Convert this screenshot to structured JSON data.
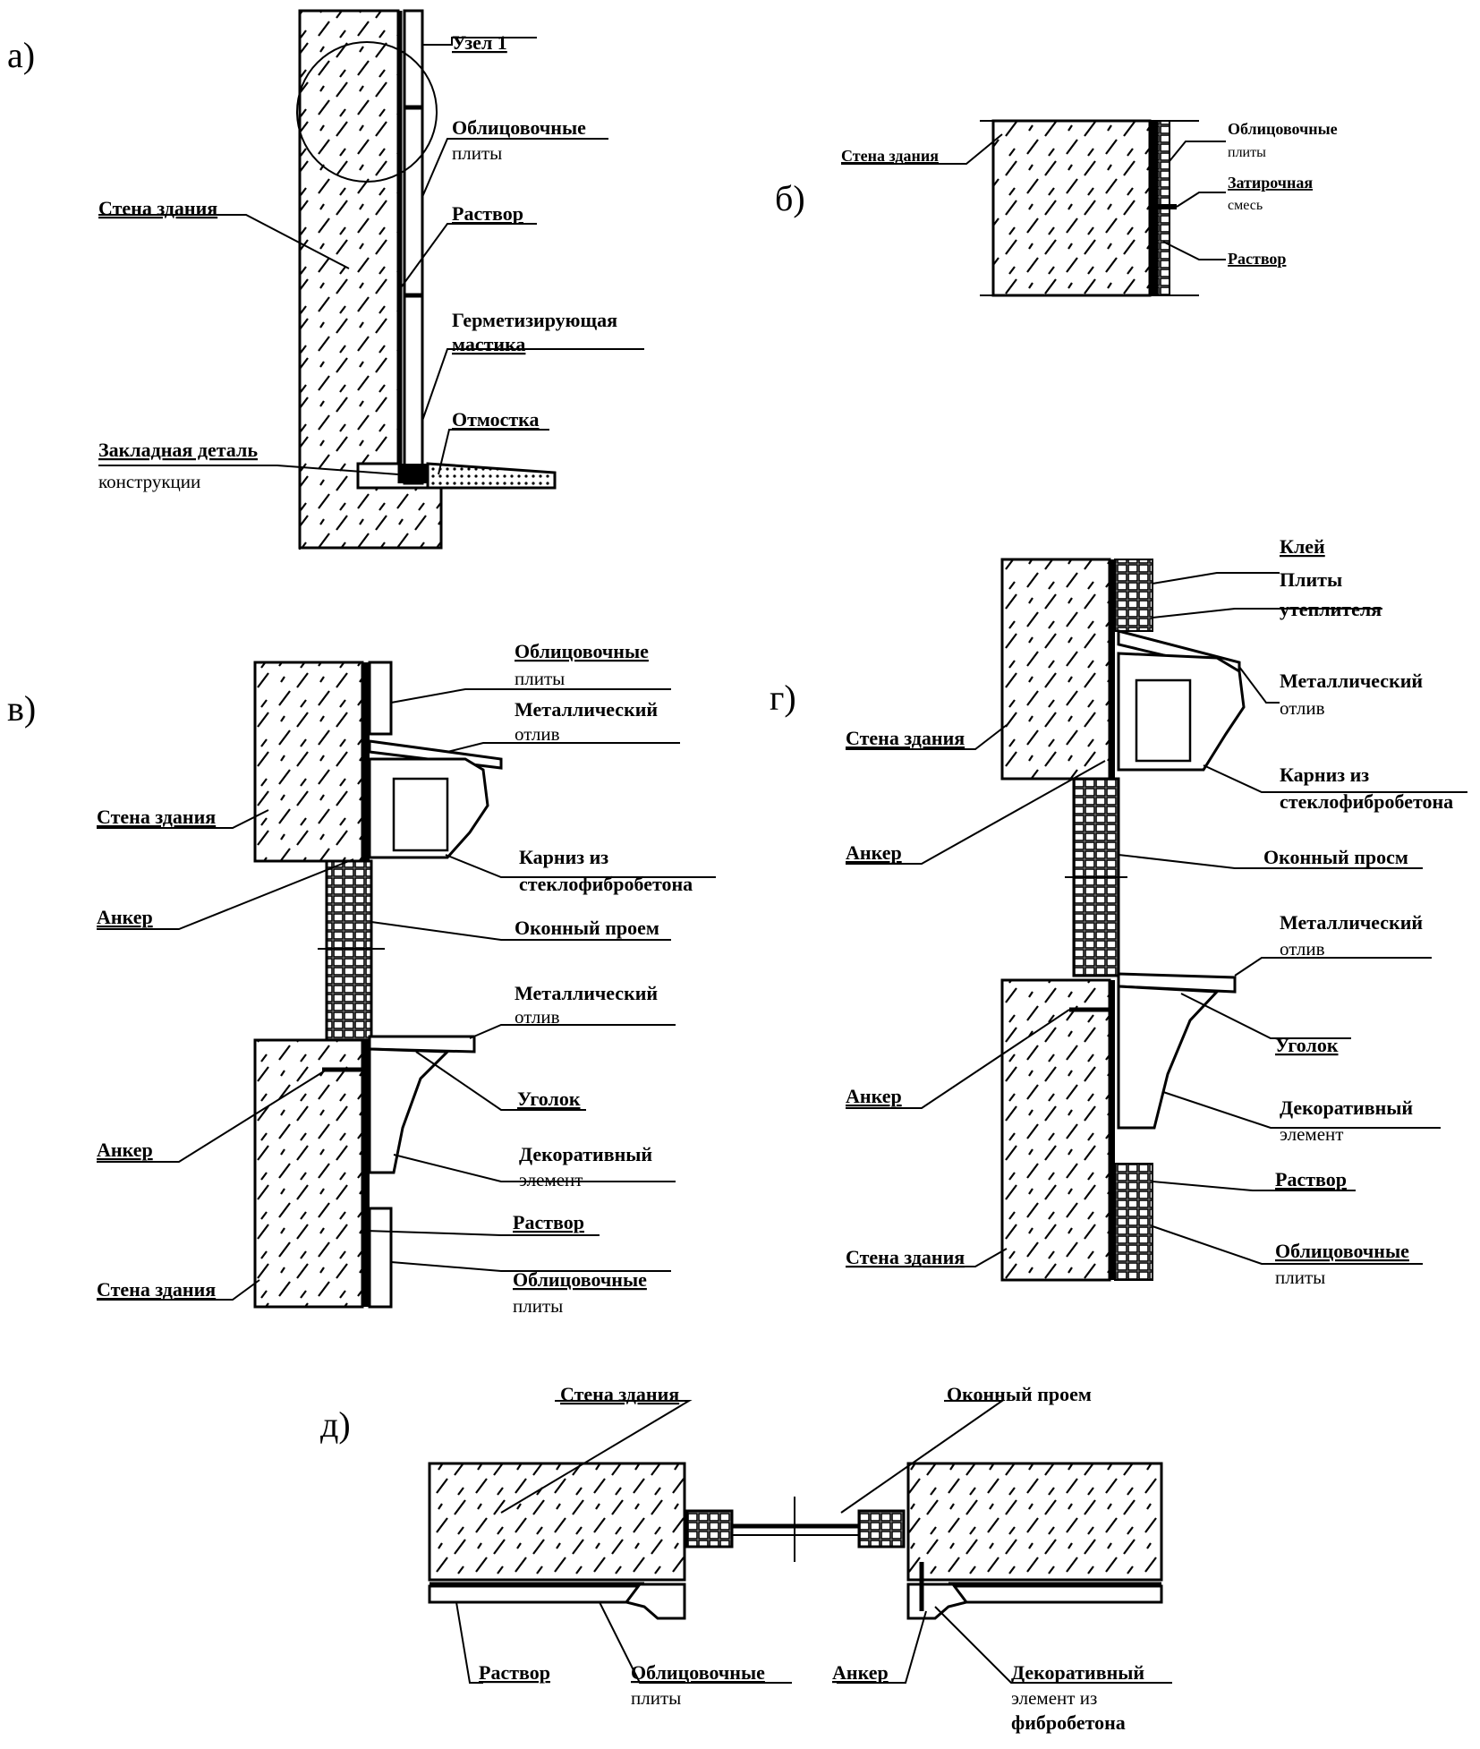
{
  "panels": {
    "a": {
      "letter": "а)",
      "labels": {
        "node": "Узел 1",
        "cladding_1": "Облицовочные",
        "cladding_2": "плиты",
        "wall": "Стена здания",
        "mortar": "Раствор",
        "mastic_1": "Герметизирующая",
        "mastic_2": "мастика",
        "blind_area": "Отмостка",
        "embedded_1": "Закладная деталь",
        "embedded_2": "конструкции"
      }
    },
    "b": {
      "letter": "б)",
      "labels": {
        "wall": "Стена здания",
        "cladding_1": "Облицовочные",
        "cladding_2": "плиты",
        "grout_1": "Затирочная",
        "grout_2": "смесь",
        "mortar": "Раствор"
      }
    },
    "v": {
      "letter": "в)",
      "labels": {
        "cladding_top_1": "Облицовочные",
        "cladding_top_2": "плиты",
        "drip_top_1": "Металлический",
        "drip_top_2": "отлив",
        "wall_top": "Стена здания",
        "cornice_1": "Карниз из",
        "cornice_2": "стеклофибробетона",
        "anchor_top": "Анкер",
        "window": "Оконный проем",
        "drip_bottom_1": "Металлический",
        "drip_bottom_2": "отлив",
        "angle": "Уголок",
        "anchor_bottom": "Анкер",
        "decor_1": "Декоративный",
        "decor_2": "элемент",
        "mortar": "Раствор",
        "wall_bottom": "Стена здания",
        "cladding_bottom_1": "Облицовочные",
        "cladding_bottom_2": "плиты"
      }
    },
    "g": {
      "letter": "г)",
      "labels": {
        "glue": "Клей",
        "insulation_1": "Плиты",
        "insulation_2": "утеплителя",
        "drip_top_1": "Металлический",
        "drip_top_2": "отлив",
        "wall_top": "Стена здания",
        "cornice_1": "Карниз из",
        "cornice_2": "стеклофибробетона",
        "anchor_top": "Анкер",
        "window": "Оконный просм",
        "drip_bottom_1": "Металлический",
        "drip_bottom_2": "отлив",
        "angle": "Уголок",
        "anchor_bottom": "Анкер",
        "decor_1": "Декоративный",
        "decor_2": "элемент",
        "mortar": "Раствор",
        "wall_bottom": "Стена здания",
        "cladding_1": "Облицовочные",
        "cladding_2": "плиты"
      }
    },
    "d": {
      "letter": "д)",
      "labels": {
        "wall": "Стена здания",
        "window": "Оконный проем",
        "mortar": "Раствор",
        "cladding_1": "Облицовочные",
        "cladding_2": "плиты",
        "anchor": "Анкер",
        "decor_1": "Декоративный",
        "decor_2": "элемент из",
        "decor_3": "фибробетона"
      }
    }
  }
}
